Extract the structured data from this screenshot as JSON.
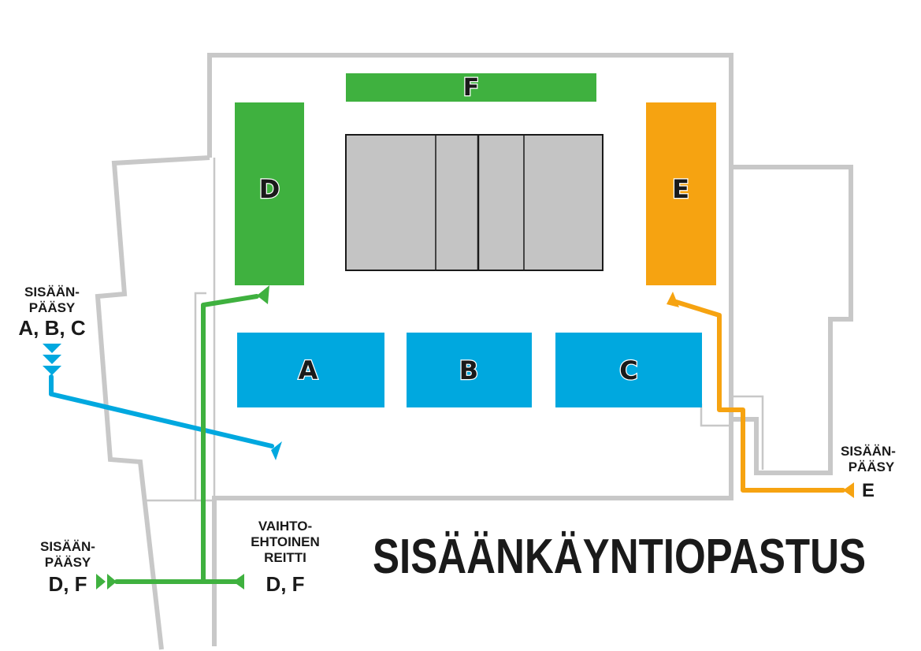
{
  "title": "SISÄÄNKÄYNTIOPASTUS",
  "colors": {
    "green": "#3fb13f",
    "blue": "#00a8df",
    "orange": "#f6a311",
    "court": "#c4c4c4",
    "wall": "#c8c8c8",
    "text": "#1a1a1a"
  },
  "sections": {
    "a": "A",
    "b": "B",
    "c": "C",
    "d": "D",
    "e": "E",
    "f": "F"
  },
  "entrances": {
    "abc": {
      "line1": "SISÄÄN-",
      "line2": "PÄÄSY",
      "letters": "A, B, C"
    },
    "e": {
      "line1": "SISÄÄN-",
      "line2": "PÄÄSY",
      "letters": "E"
    },
    "df": {
      "line1": "SISÄÄN-",
      "line2": "PÄÄSY",
      "letters": "D, F"
    },
    "alt": {
      "line1": "VAIHTO-",
      "line2": "EHTOINEN",
      "line3": "REITTI",
      "letters": "D, F"
    }
  },
  "icons": [
    "arrow-icon",
    "chevron-icon"
  ]
}
